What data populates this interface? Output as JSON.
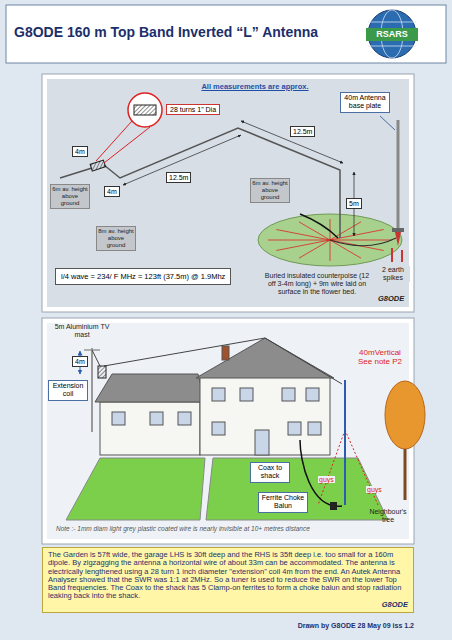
{
  "diagram": {
    "title": "G8ODE 160 m Top Band Inverted “L” Antenna",
    "nodes": [
      {
        "text": [
          "40m Antenna base plate"
        ]
      },
      {
        "text": [
          "28 turns 1\" Dia"
        ]
      },
      {
        "text": [
          "4m"
        ]
      },
      {
        "text": [
          "4m"
        ]
      },
      {
        "text": [
          "12.5m"
        ]
      },
      {
        "text": [
          "12.5m"
        ]
      },
      {
        "text": [
          "6m av. height above ground"
        ]
      },
      {
        "text": [
          "6m av. height above ground"
        ]
      },
      {
        "text": [
          "5m"
        ]
      },
      {
        "text": [
          "8m av. height above ground"
        ]
      },
      {
        "text": [
          "l/4 wave = 234/ F MHz = 123ft (37.5m) @ 1.9Mhz"
        ]
      },
      {
        "text": [
          "4m"
        ]
      },
      {
        "text": [
          "Extension coil"
        ]
      },
      {
        "text": [
          "Coax to shack"
        ]
      },
      {
        "text": [
          "Ferrite Choke Balun"
        ]
      },
      {
        "text": [
          "The Garden is 57ft wide, the garage LHS is 30ft deep and the RHS is 35ft deep i.e. too small for a 160m dipole. By zigzagging the antenna a horizontal wire of about 33m can be accommodated. The antenna is electrically lengthened using a 28 turn 1 inch diameter \"extension\" coil 4m from the end. An Autek Antenna Analyser showed that the SWR was 1:1 at 2MHz. So a tuner is used to reduce the SWR on the lower Top Band frequencies. The Coax to the shack has 5 Clamp-on ferrites to form a choke balun and stop radiation leaking back into the shack.",
          "G8ODE"
        ]
      }
    ],
    "labels": [
      "RSARS",
      "All measurements are approx.",
      "Buried insulated counterpoise (12 off 3-4m long) + 9m wire laid on surface in the flower bed.",
      "2 earth spikes",
      "G8ODE",
      "5m Aluminium TV mast",
      "40mVertical See note P2",
      "guys",
      "guys",
      "Neighbour's tree",
      "Note :- 1mm diam light grey plastic coated wire is nearly invisible at 10+ metres distance",
      "Drawn by G8ODE  28 May 09  iss 1.2"
    ]
  }
}
